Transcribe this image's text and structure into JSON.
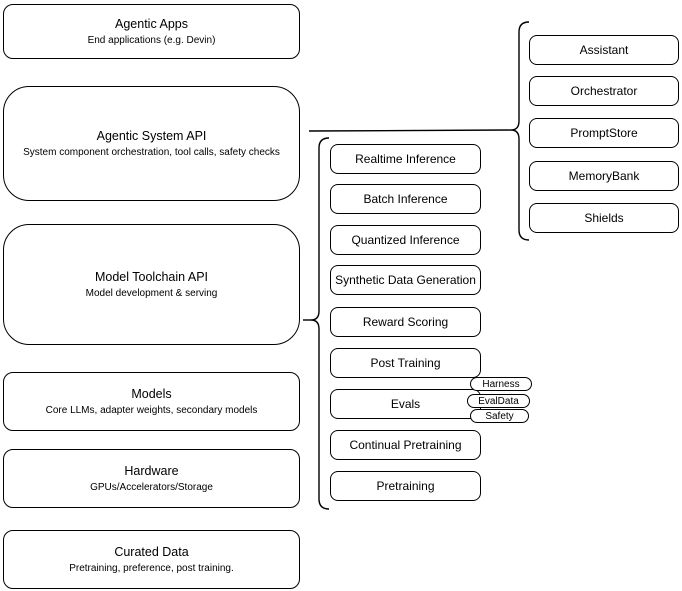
{
  "diagram": {
    "stack": [
      {
        "title": "Agentic Apps",
        "subtitle": "End applications (e.g. Devin)"
      },
      {
        "title": "Agentic System API",
        "subtitle": "System component orchestration, tool calls, safety checks"
      },
      {
        "title": "Model Toolchain API",
        "subtitle": "Model development & serving"
      },
      {
        "title": "Models",
        "subtitle": "Core LLMs, adapter weights, secondary models"
      },
      {
        "title": "Hardware",
        "subtitle": "GPUs/Accelerators/Storage"
      },
      {
        "title": "Curated Data",
        "subtitle": "Pretraining, preference, post training."
      }
    ],
    "toolchain_api_items": [
      "Realtime Inference",
      "Batch Inference",
      "Quantized Inference",
      "Synthetic Data Generation",
      "Reward Scoring",
      "Post Training",
      "Evals",
      "Continual Pretraining",
      "Pretraining"
    ],
    "evals_tags": [
      "Harness",
      "EvalData",
      "Safety"
    ],
    "system_api_items": [
      "Assistant",
      "Orchestrator",
      "PromptStore",
      "MemoryBank",
      "Shields"
    ],
    "colors": {
      "stroke": "#000000",
      "background": "#ffffff"
    }
  }
}
